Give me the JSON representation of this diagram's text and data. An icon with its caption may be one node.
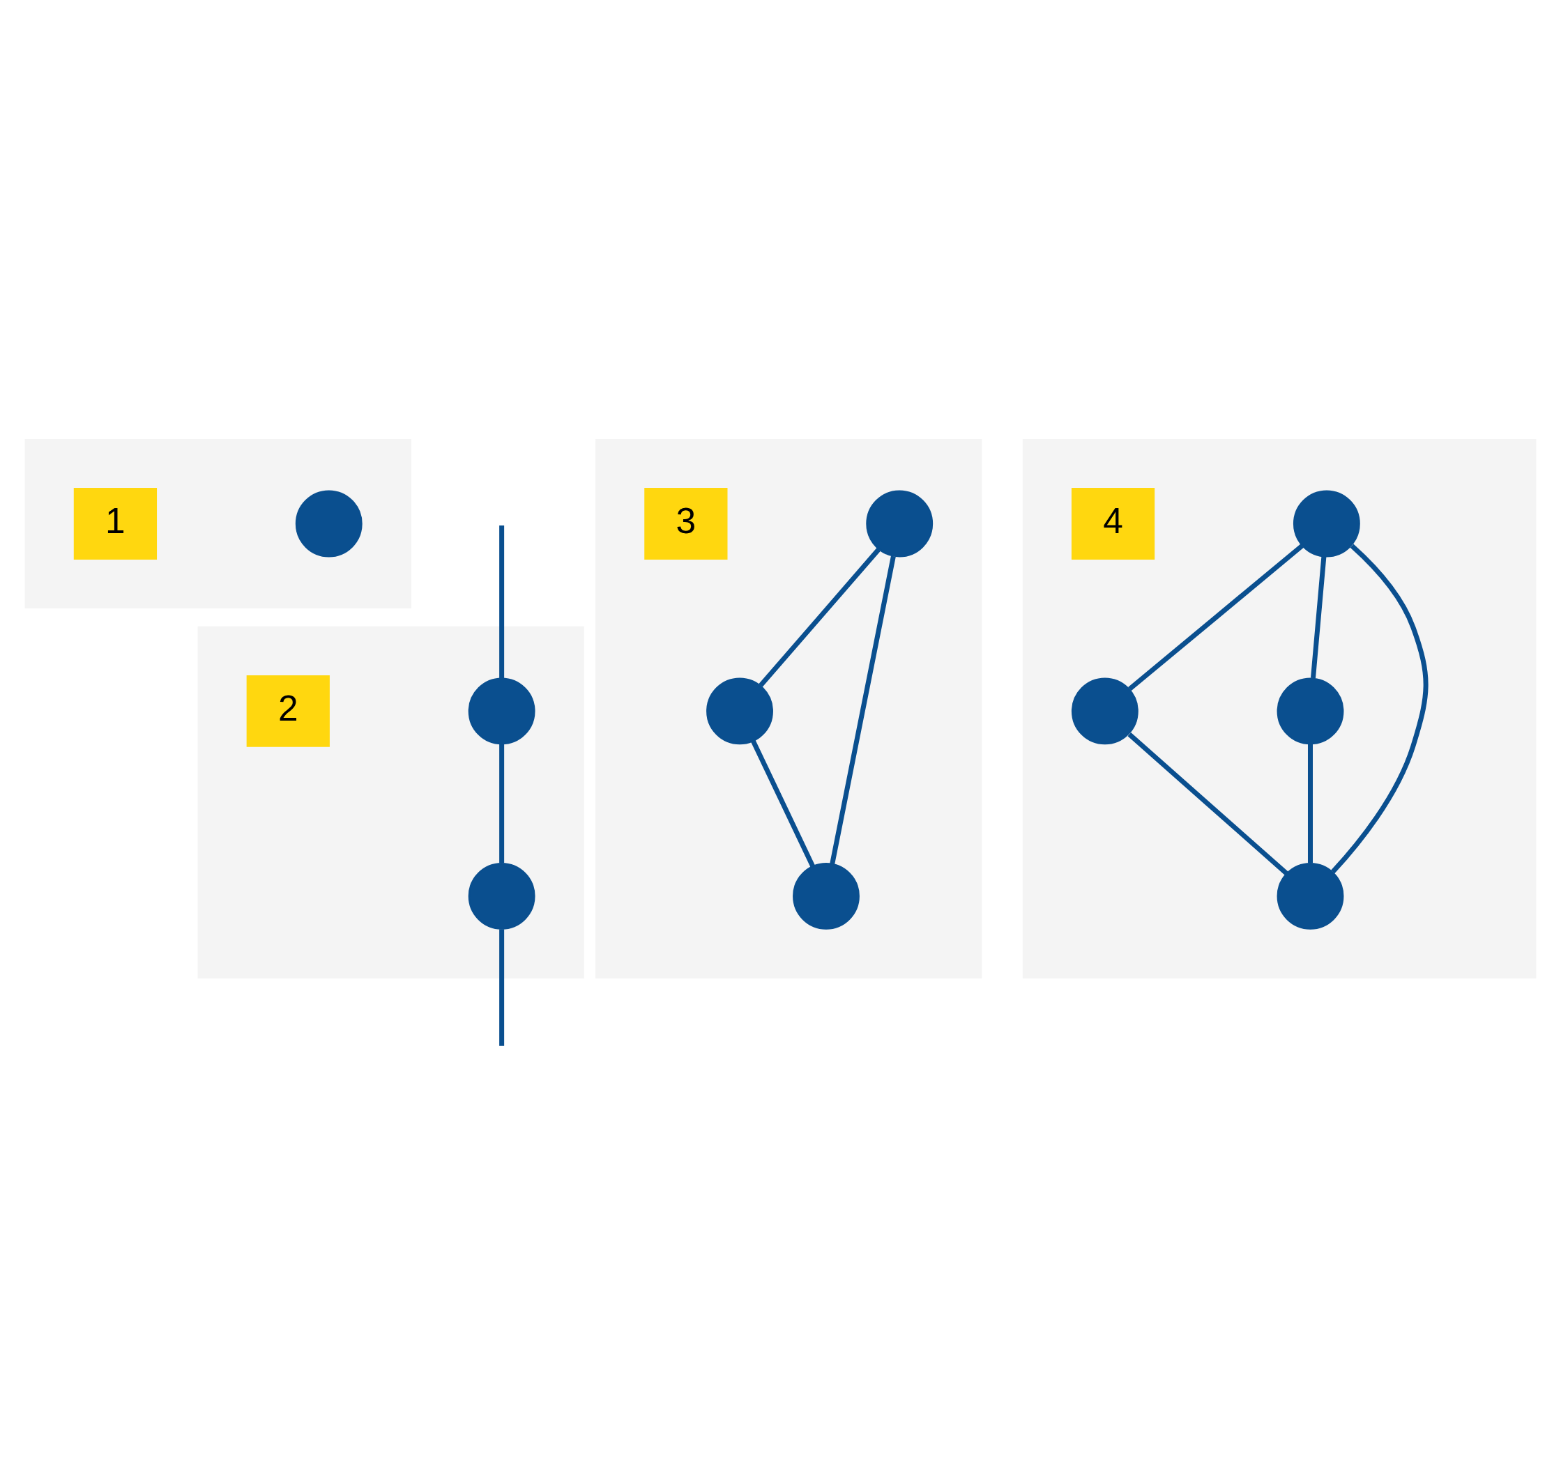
{
  "diagram": {
    "nodes": [
      {
        "text": [],
        "shape": "box"
      },
      {
        "text": [],
        "shape": "circle",
        "in": 0
      },
      {
        "text": [
          "1"
        ],
        "in": 0
      },
      {
        "text": [],
        "shape": "box"
      },
      {
        "text": [],
        "shape": "circle",
        "in": 3
      },
      {
        "text": [],
        "shape": "circle",
        "in": 3
      },
      {
        "text": [
          "2"
        ],
        "in": 3
      },
      {
        "text": [],
        "shape": "box"
      },
      {
        "text": [],
        "shape": "circle",
        "in": 7
      },
      {
        "text": [],
        "shape": "circle",
        "in": 7
      },
      {
        "text": [],
        "shape": "circle",
        "in": 7
      },
      {
        "text": [
          "3"
        ],
        "in": 7
      },
      {
        "text": [],
        "shape": "box"
      },
      {
        "text": [],
        "shape": "circle",
        "in": 12
      },
      {
        "text": [],
        "shape": "circle",
        "in": 12
      },
      {
        "text": [],
        "shape": "circle",
        "in": 12
      },
      {
        "text": [],
        "shape": "circle",
        "in": 12
      },
      {
        "text": [
          "4"
        ],
        "in": 12
      }
    ],
    "edges": [
      {
        "from": null,
        "to": 4,
        "arrow": "none"
      },
      {
        "from": 4,
        "to": 5,
        "arrow": "none"
      },
      {
        "from": 5,
        "to": null,
        "arrow": "none"
      },
      {
        "from": 8,
        "to": 9,
        "arrow": "none"
      },
      {
        "from": 8,
        "to": 10,
        "arrow": "none"
      },
      {
        "from": 9,
        "to": 10,
        "arrow": "none"
      },
      {
        "from": 13,
        "to": 14,
        "arrow": "none"
      },
      {
        "from": 13,
        "to": 15,
        "arrow": "none"
      },
      {
        "from": 13,
        "to": 16,
        "arrow": "none"
      },
      {
        "from": 14,
        "to": 16,
        "arrow": "none"
      },
      {
        "from": 15,
        "to": 16,
        "arrow": "none"
      }
    ]
  }
}
